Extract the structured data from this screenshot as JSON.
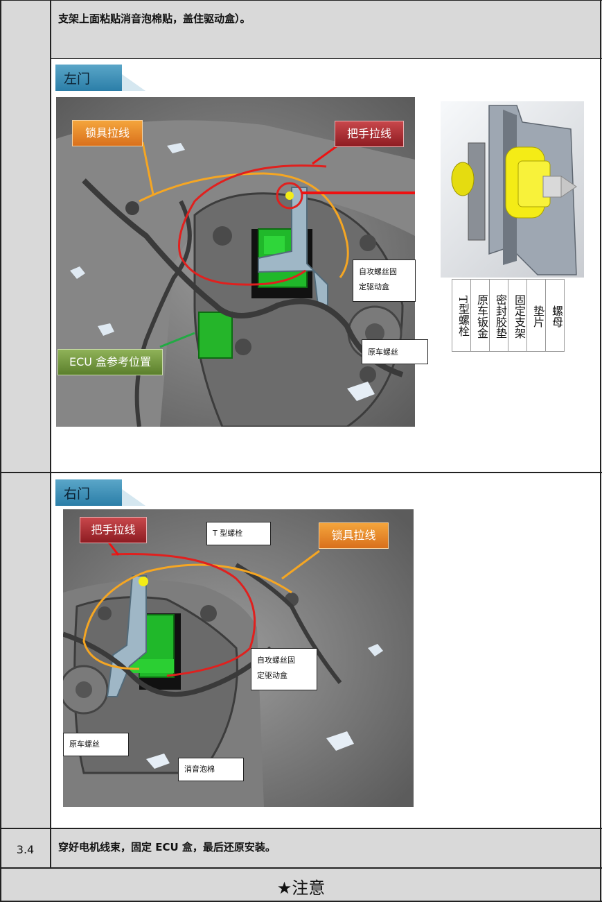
{
  "rows": {
    "row1": {
      "text": "支架上面粘贴消音泡棉贴，盖住驱动盒）。"
    },
    "row2": {
      "door_label": "左门",
      "callouts": {
        "lock_cable": "锁具拉线",
        "handle_cable": "把手拉线",
        "self_tap": [
          "自攻螺丝固",
          "定驱动盒"
        ],
        "orig_screw": "原车螺丝",
        "ecu": "ECU 盒参考位置"
      },
      "legend": [
        "T型螺栓",
        "原车钣金",
        "密封胶垫",
        "固定支架",
        "垫片",
        "螺母"
      ]
    },
    "row3": {
      "door_label": "右门",
      "callouts": {
        "handle_cable": "把手拉线",
        "t_bolt": "T 型螺栓",
        "lock_cable": "锁具拉线",
        "self_tap": [
          "自攻螺丝固",
          "定驱动盒"
        ],
        "orig_screw": "原车螺丝",
        "foam": "消音泡棉"
      }
    },
    "row4": {
      "number": "3.4",
      "text": "穿好电机线束，固定 ECU 盒，最后还原安装。"
    },
    "row5": {
      "text": "★注意"
    }
  },
  "colors": {
    "header_gray": "#d9d9d9",
    "cable_red": "#e0201e",
    "cable_orange": "#f5a623",
    "arrow_red": "#ee1111",
    "arrow_green": "#22aa44",
    "door_tag_blue": "#3d8fb9",
    "bracket_green": "#1fbf1f",
    "part_yellow": "#f3ec17"
  }
}
